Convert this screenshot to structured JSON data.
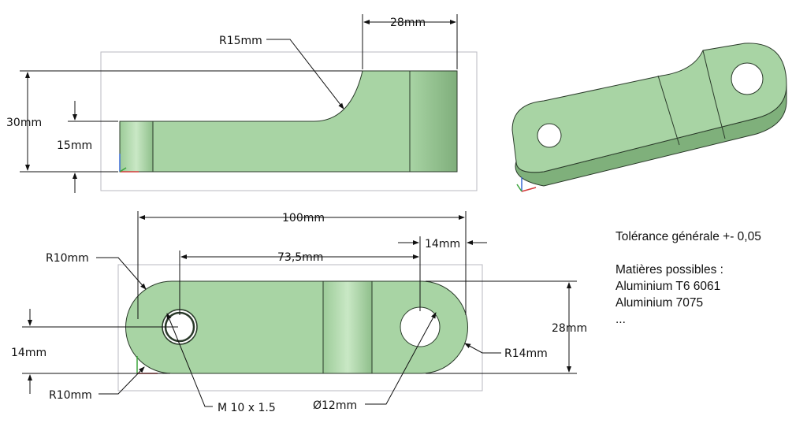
{
  "views": {
    "side": {
      "height_overall": "30mm",
      "height_arm": "15mm",
      "radius_fillet": "R15mm",
      "boss_length": "28mm"
    },
    "top": {
      "length": "100mm",
      "center_distance": "73,5mm",
      "end_offset": "14mm",
      "radius_top_left": "R10mm",
      "radius_bottom_left": "R10mm",
      "radius_right": "R14mm",
      "width": "28mm",
      "offset_left": "14mm",
      "thread": "M 10 x 1.5",
      "hole_diameter": "Ø12mm"
    }
  },
  "notes": {
    "tolerance": "Tolérance générale +- 0,05",
    "materials_title": "Matières possibles :",
    "materials": [
      "Aluminium T6 6061",
      "Aluminium 7075",
      "..."
    ]
  },
  "colors": {
    "part_fill": "#a8d4a4",
    "part_stroke": "#2a3a2a",
    "dim_line": "#111111"
  }
}
